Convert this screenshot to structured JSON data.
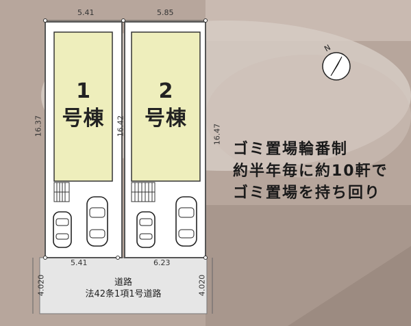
{
  "lot1": {
    "number": "1",
    "name": "号棟",
    "top_width": "5.41",
    "bottom_width": "5.41",
    "left_depth": "16.37",
    "right_depth": "16.42"
  },
  "lot2": {
    "number": "2",
    "name": "号棟",
    "top_width": "5.85",
    "bottom_width": "6.23",
    "right_depth": "16.47"
  },
  "road": {
    "name": "道路",
    "type": "法42条1項1号道路",
    "left_width": "4.020",
    "right_width": "4.020"
  },
  "note": {
    "line1": "ゴミ置場輪番制",
    "line2": "約半年毎に約10軒で",
    "line3": "ゴミ置場を持ち回り"
  },
  "compass": {
    "label": "N",
    "icon": "north-arrow-icon"
  },
  "colors": {
    "building": "#eeeebc",
    "lot": "#ffffff",
    "road": "#e6e6e6",
    "background": "#b9a79e"
  }
}
